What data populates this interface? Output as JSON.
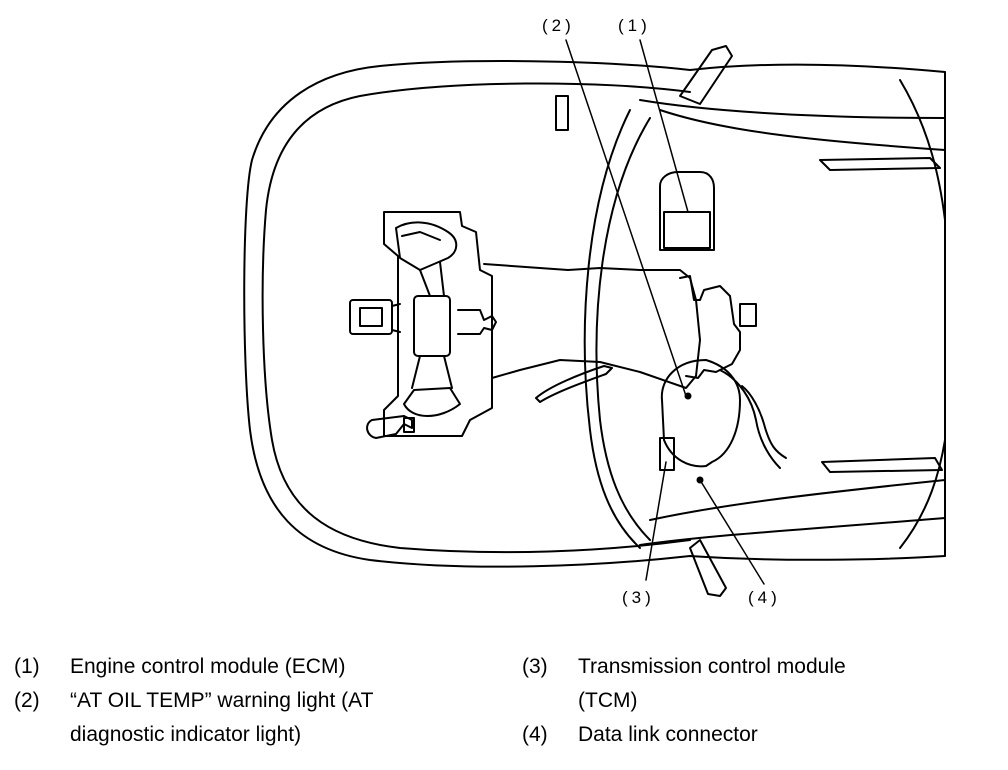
{
  "callouts": {
    "c1": "(1)",
    "c2": "(2)",
    "c3": "(3)",
    "c4": "(4)"
  },
  "legend": {
    "items": [
      {
        "num": "(1)",
        "text": "Engine control module (ECM)"
      },
      {
        "num": "(2)",
        "text": "“AT OIL TEMP” warning light (AT diagnostic indicator light)"
      },
      {
        "num": "(3)",
        "text": "Transmission control module (TCM)"
      },
      {
        "num": "(4)",
        "text": "Data link connector"
      }
    ]
  }
}
